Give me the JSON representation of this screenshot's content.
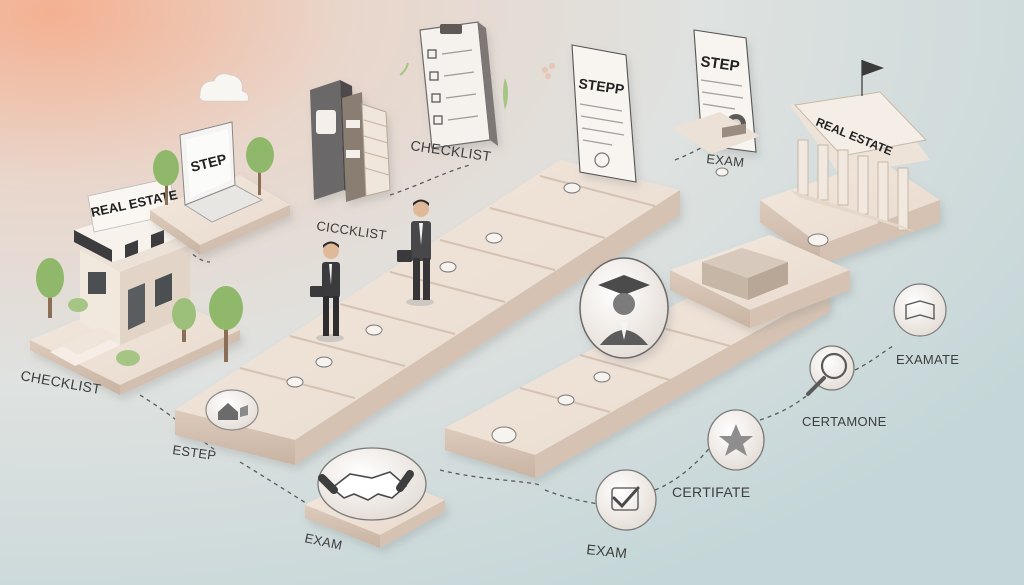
{
  "labels": {
    "checklist_left": "CHECKLIST",
    "checklist_mid": "CICCKLIST",
    "checklist_top": "CHECKLIST",
    "exam_top": "EXAM",
    "examate": "EXAMATE",
    "ceramone": "CERTAMONE",
    "certifate": "CERTIFATE",
    "exam_bottom": "EXAM",
    "exam_lower_left": "EXAM",
    "estep": "ESTEP"
  },
  "signs": {
    "storefront": "REAL ESTATE",
    "laptop_screen": "STEP",
    "document_mid": "STEPP",
    "document_right": "STEP",
    "building": "REAL ESTATE"
  },
  "colors": {
    "background_top_left": "#f2b99a",
    "background_main": "#dfe3e2",
    "background_bottom": "#c7d8da",
    "platform_top": "#efe3d8",
    "platform_side": "#d9c6b6",
    "tree_green": "#8fb86b",
    "suit_dark": "#3b3b3d",
    "icon_gray": "#6b6b6b"
  }
}
